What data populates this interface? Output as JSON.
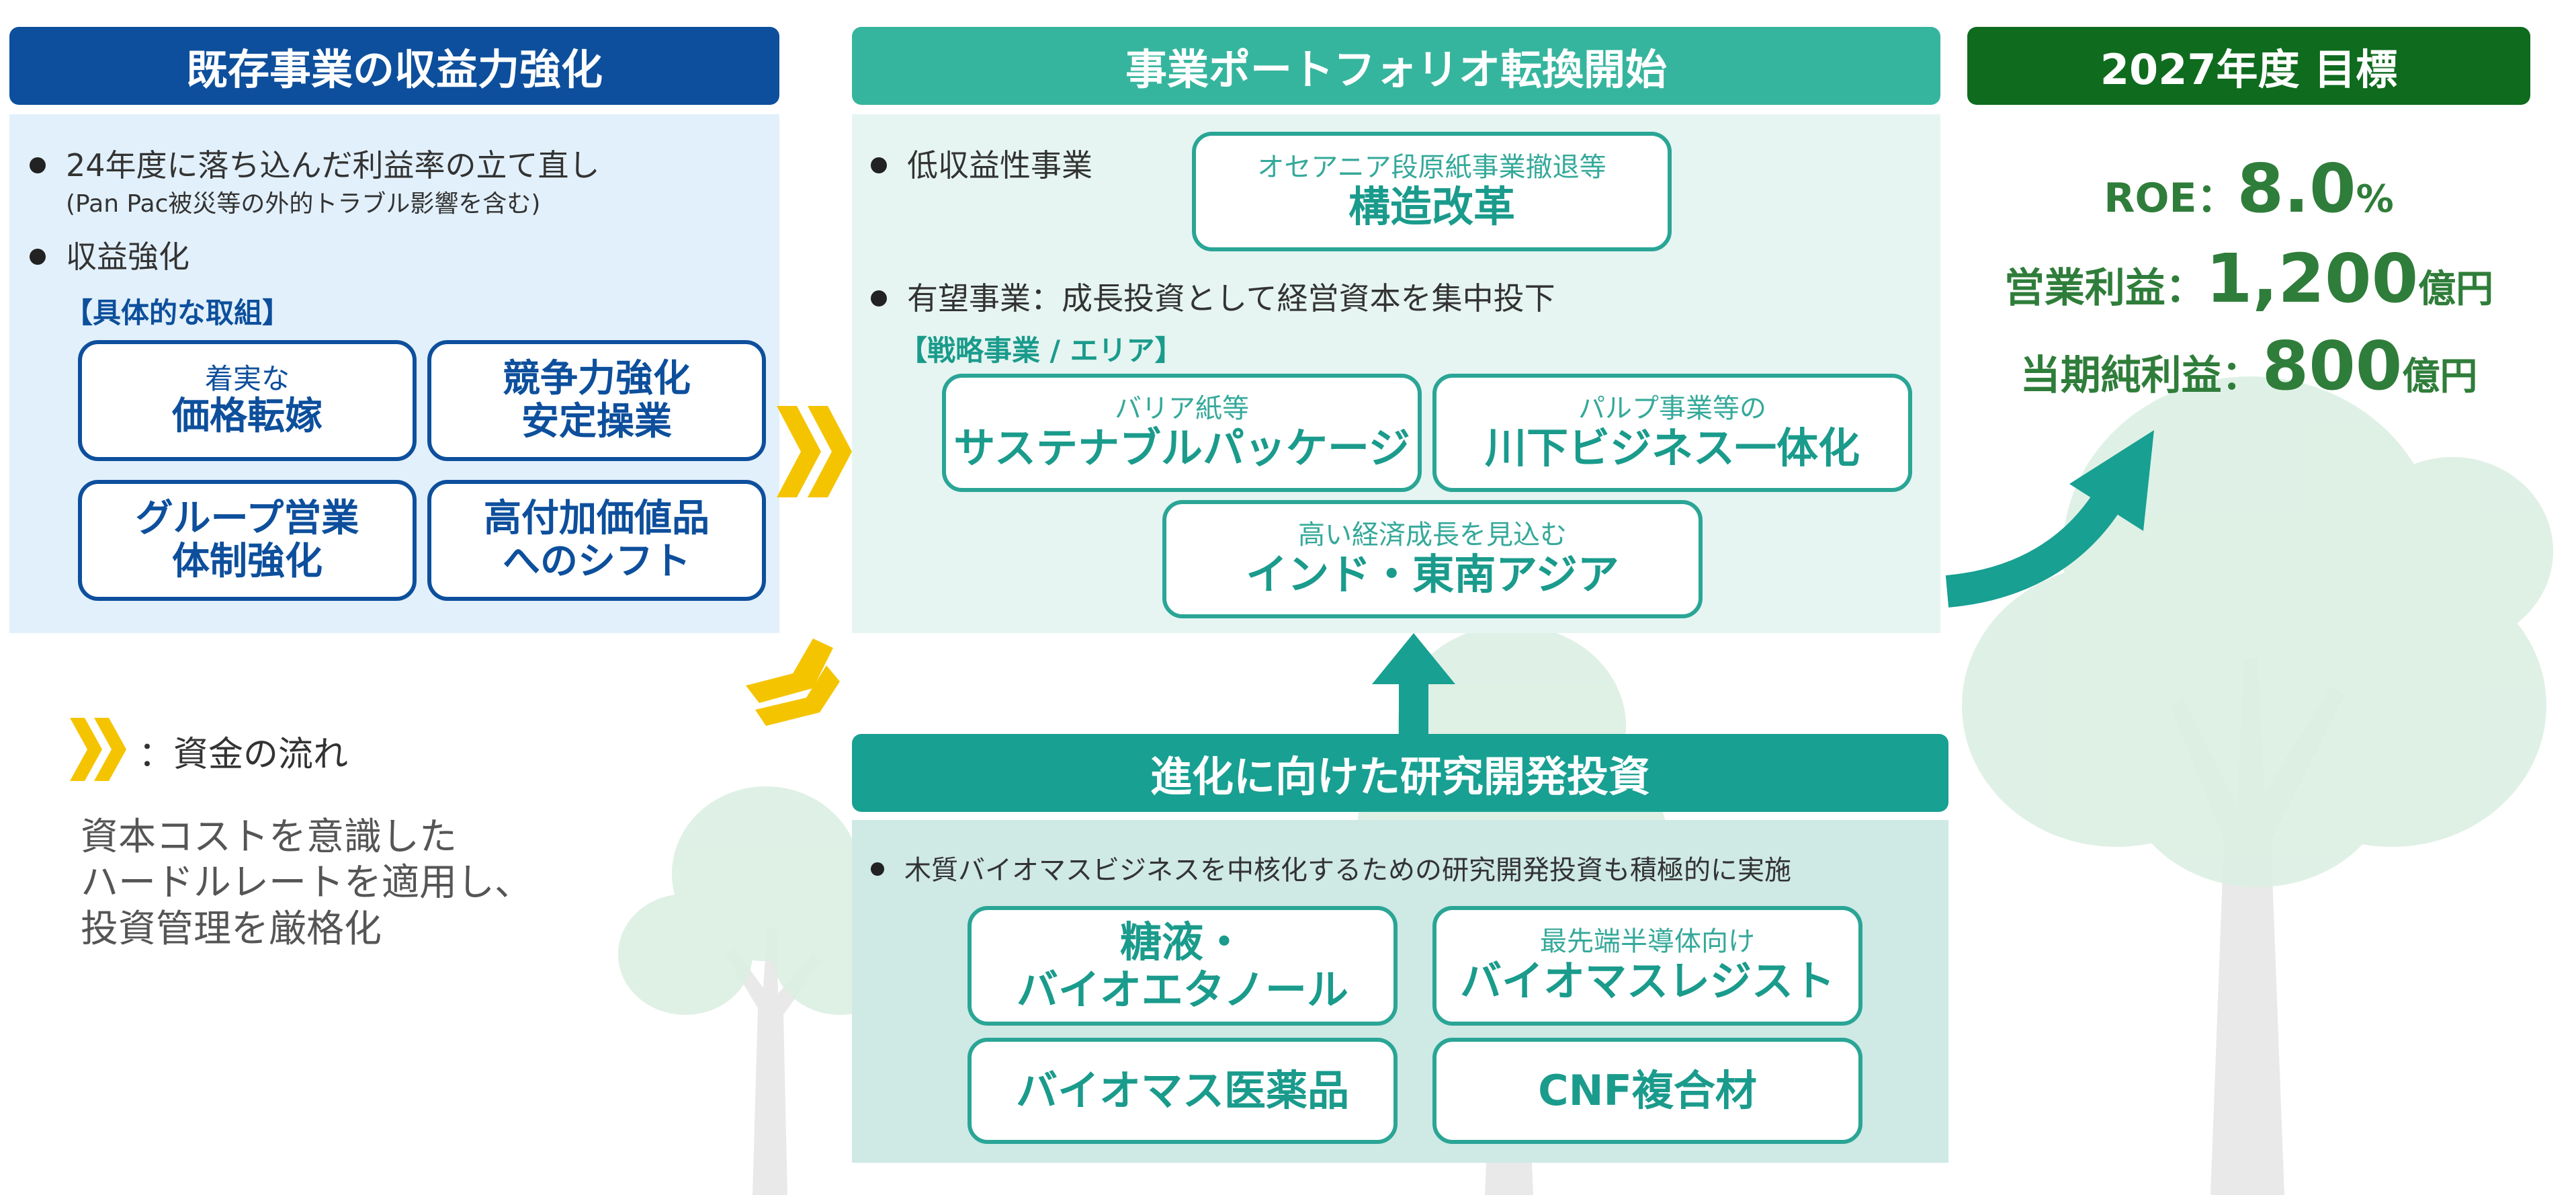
{
  "left": {
    "header": "既存事業の収益力強化",
    "bullets": [
      "24年度に落ち込んだ利益率の立て直し",
      "(Pan Pac被災等の外的トラブル影響を含む)",
      "収益強化"
    ],
    "subheading": "【具体的な取組】",
    "boxes": [
      {
        "line1": "着実な",
        "line2": "価格転嫁"
      },
      {
        "line1": "競争力強化",
        "line2": "安定操業"
      },
      {
        "line1": "グループ営業",
        "line2": "体制強化"
      },
      {
        "line1": "高付加価値品",
        "line2": "へのシフト"
      }
    ]
  },
  "legend": {
    "label": "：資金の流れ",
    "note": [
      "資本コストを意識した",
      "ハードルレートを適用し、",
      "投資管理を厳格化"
    ]
  },
  "middle": {
    "header": "事業ポートフォリオ転換開始",
    "bullet1": "低収益性事業",
    "restructure": {
      "sub": "オセアニア段原紙事業撤退等",
      "main": "構造改革"
    },
    "bullet2": "有望事業：成長投資として経営資本を集中投下",
    "subheading": "【戦略事業 / エリア】",
    "boxes": [
      {
        "sub": "バリア紙等",
        "main": "サステナブルパッケージ"
      },
      {
        "sub": "パルプ事業等の",
        "main": "川下ビジネス一体化"
      },
      {
        "sub": "高い経済成長を見込む",
        "main": "インド・東南アジア"
      }
    ]
  },
  "rnd": {
    "header": "進化に向けた研究開発投資",
    "bullet": "木質バイオマスビジネスを中核化するための研究開発投資も積極的に実施",
    "boxes": [
      {
        "line1": "糖液・",
        "line2": "バイオエタノール"
      },
      {
        "sub": "最先端半導体向け",
        "main": "バイオマスレジスト"
      },
      {
        "main": "バイオマス医薬品"
      },
      {
        "main": "CNF複合材"
      }
    ]
  },
  "goals": {
    "header": "2027年度 目標",
    "roe_label": "ROE：",
    "roe_value": "8.0",
    "roe_unit": "%",
    "op_label": "営業利益：",
    "op_value": "1,200",
    "op_unit": "億円",
    "net_label": "当期純利益：",
    "net_value": "800",
    "net_unit": "億円"
  },
  "colors": {
    "left_header": "#0d4f9c",
    "left_bg": "#e2f0fb",
    "teal_header": "#36b59e",
    "teal_bg": "#e6f5f1",
    "rnd_header": "#18a092",
    "rnd_bg": "#cfe9e5",
    "goal_header": "#0f6b1e",
    "goal_text": "#2f7d3a",
    "chevron": "#f5c400"
  }
}
